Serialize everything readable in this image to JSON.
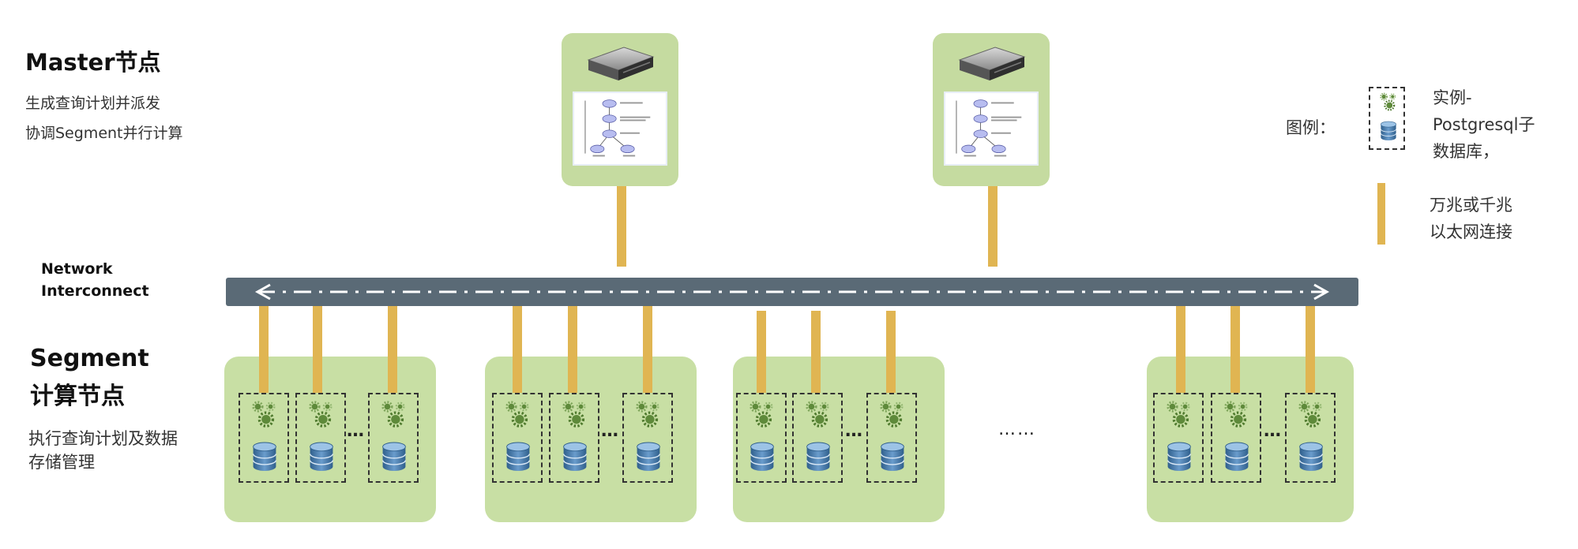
{
  "master": {
    "title": "Master节点",
    "desc_lines": [
      "生成查询计划并派发",
      "协调Segment并行计算"
    ]
  },
  "network": {
    "label_line1": "Network",
    "label_line2": "Interconnect"
  },
  "segment": {
    "title_line1": "Segment",
    "title_line2": "计算节点",
    "desc_lines": [
      "执行查询计划及数据",
      "存储管理"
    ]
  },
  "segment_gap_ellipsis": "……",
  "instance_ellipsis": "…",
  "legend": {
    "prefix": "图例：",
    "instance_lines": [
      "实例-",
      "Postgresql子",
      "数据库，"
    ],
    "link_lines": [
      "万兆或千兆",
      "以太网连接"
    ]
  },
  "colors": {
    "node_green": "#c8dfa4",
    "link_gold": "#e0b552",
    "network_bar": "#5a6a76"
  },
  "icons": {
    "master_server": "server-icon",
    "query_plan": "query-plan-diagram-icon",
    "instance_gears": "gears-icon",
    "instance_db": "database-icon"
  },
  "counts": {
    "master_nodes": 2,
    "segment_groups": 4,
    "instances_per_group": 3
  }
}
